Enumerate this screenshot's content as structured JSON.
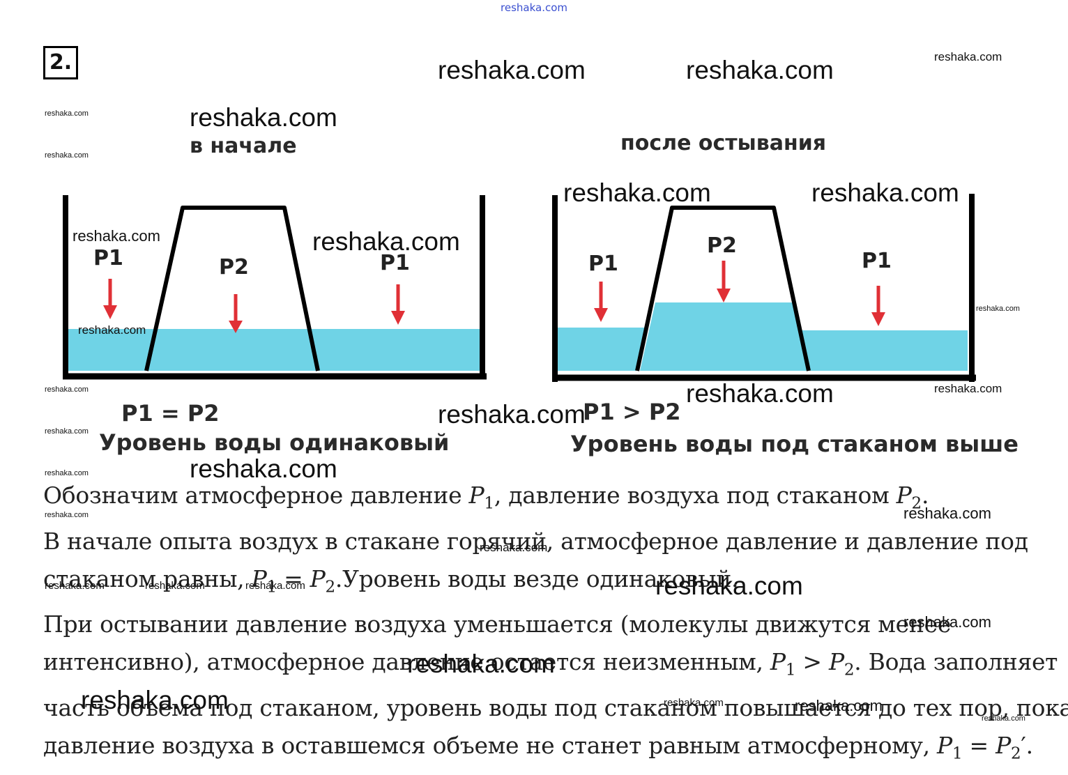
{
  "task_number": "2.",
  "watermarks": {
    "top": "reshaka.com",
    "big": "reshaka.com",
    "small": "reshaka.com"
  },
  "figure_left": {
    "caption_top": "в начале",
    "pressure_outside_left": "P1",
    "pressure_inside": "P2",
    "pressure_outside_right": "P1",
    "caption_relation": "P1 = P2",
    "caption_bottom": "Уровень воды одинаковый"
  },
  "figure_right": {
    "caption_top": "после остывания",
    "pressure_outside_left": "P1",
    "pressure_inside": "P2",
    "pressure_outside_right": "P1",
    "caption_relation": "P1 > P2",
    "caption_bottom": "Уровень воды под стаканом выше"
  },
  "colors": {
    "water": "#6fd3e6",
    "arrow": "#e03036",
    "outline": "#000000"
  },
  "text": {
    "l1_a": "Обозначим атмосферное давление ",
    "l1_b": ", давление воздуха под стаканом ",
    "l1_c": ".",
    "l2": "В начале опыта воздух в стакане горячий, атмосферное давление и давление под",
    "l3_a": "стаканом равны, ",
    "l3_b": ".Уровень воды везде одинаковый.",
    "l4": "При остывании давление воздуха уменьшается (молекулы движутся менее",
    "l5_a": "интенсивно), атмосферное давление остается неизменным, ",
    "l5_b": ". Вода заполняет",
    "l6": "часть объема под стаканом, уровень воды под стаканом повышается до тех пор, пока",
    "l7_a": "давление воздуха в оставшемся объеме не станет равным атмосферному, ",
    "l7_b": "."
  },
  "math": {
    "P": "P",
    "sub1": "1",
    "sub2": "2",
    "eq": " = ",
    "gt": " > ",
    "prime": "′"
  }
}
